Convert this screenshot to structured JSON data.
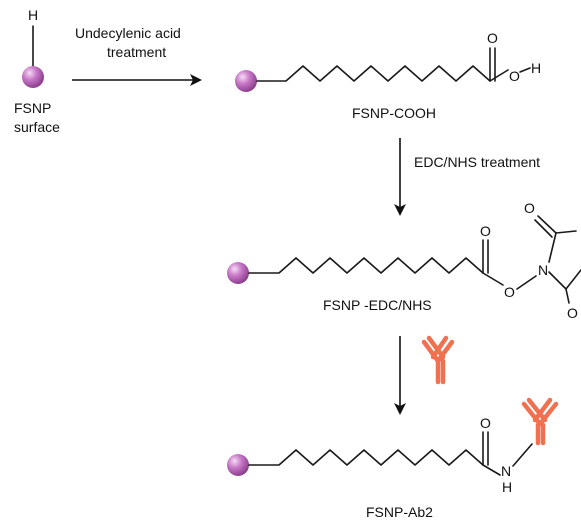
{
  "labels": {
    "step1_reagent_line1": "Undecylenic acid",
    "step1_reagent_line2": "treatment",
    "step2_reagent": "EDC/NHS treatment",
    "start_name_line1": "FSNP",
    "start_name_line2": "surface",
    "product1": "FSNP-COOH",
    "product2": "FSNP -EDC/NHS",
    "product3": "FSNP-Ab2"
  },
  "atoms": {
    "hydrogen": "H",
    "oxygen": "O",
    "nitrogen": "N"
  },
  "colors": {
    "nanoparticle": "#c070c0",
    "antibody": "#f07050"
  },
  "icons": {
    "particle": "fsnp-sphere",
    "antibody": "antibody-y-shape"
  }
}
